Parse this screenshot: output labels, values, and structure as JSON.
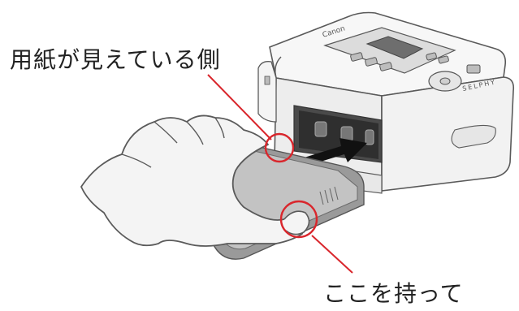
{
  "image": {
    "callout_paper_side": "用紙が見えている側",
    "callout_hold_here": "ここを持って",
    "printer_brand_text": "Canon",
    "printer_model_text": "SELPHY",
    "colors": {
      "callout_red": "#d9262c",
      "outline": "#5a5a5a",
      "hand_fill": "#f4f4f4",
      "cassette_fill": "#9a9a9a",
      "arrow": "#111111"
    }
  }
}
